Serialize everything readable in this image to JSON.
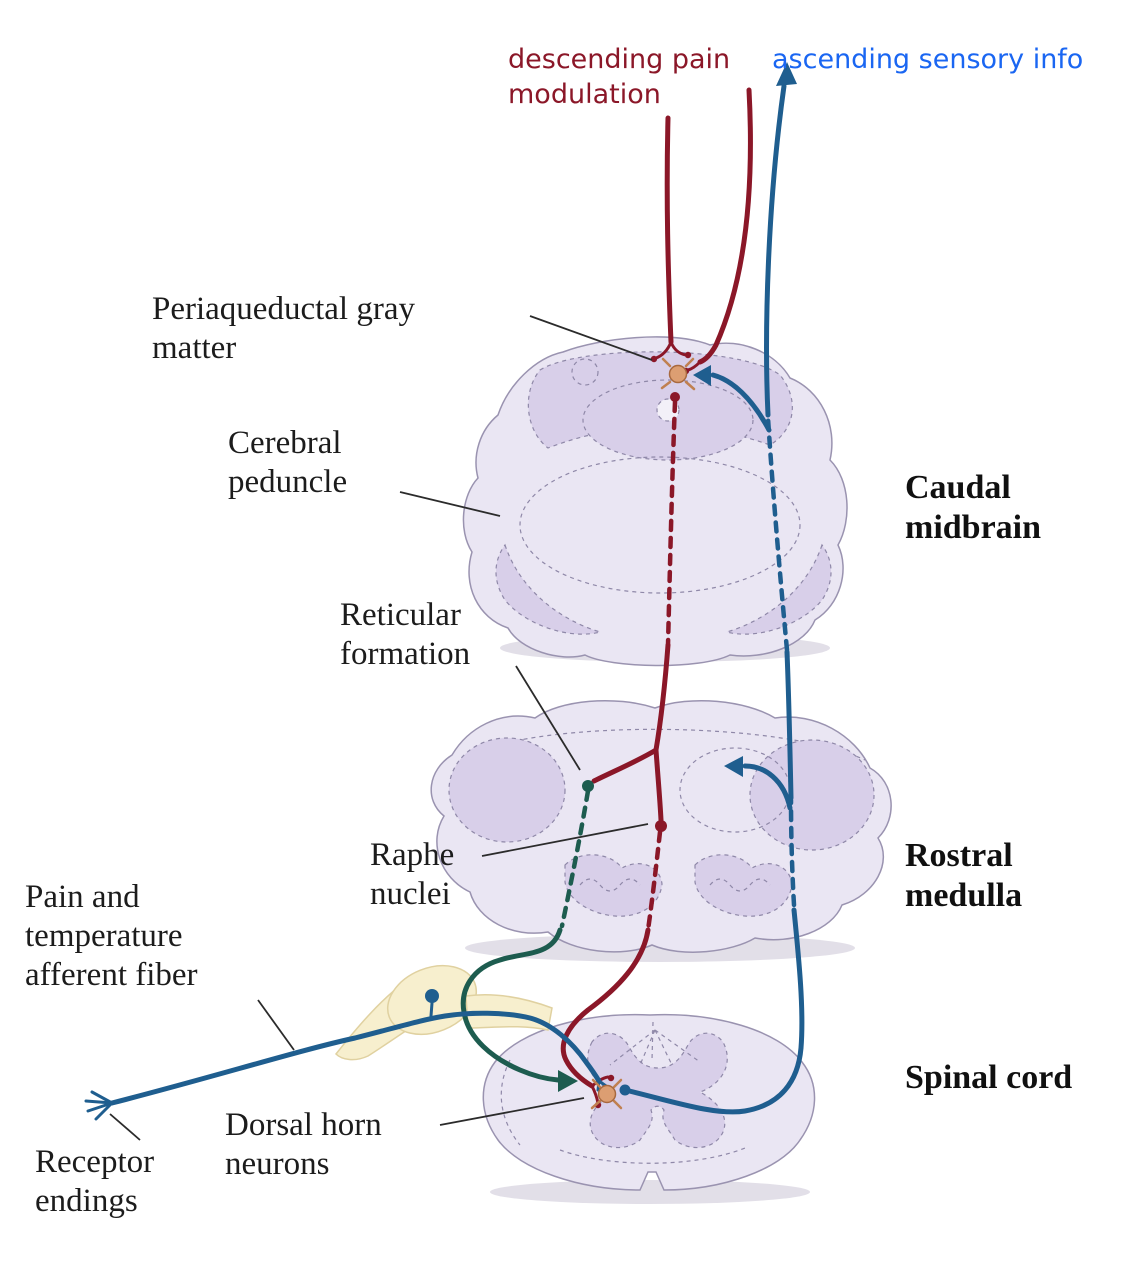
{
  "legend": {
    "descending": "descending pain modulation",
    "ascending": "ascending sensory info"
  },
  "labels": {
    "pag": "Periaqueductal gray matter",
    "cerebral_peduncle": "Cerebral peduncle",
    "caudal_midbrain": "Caudal midbrain",
    "reticular_formation": "Reticular formation",
    "raphe_nuclei": "Raphe nuclei",
    "rostral_medulla": "Rostral medulla",
    "afferent_fiber": "Pain and temperature afferent fiber",
    "receptor_endings": "Receptor endings",
    "dorsal_horn": "Dorsal horn neurons",
    "spinal_cord": "Spinal cord"
  },
  "colors": {
    "descending_path": "#8b1728",
    "ascending_label": "#1a66f2",
    "ascending_path": "#1f5e8f",
    "modulatory_path": "#1d5c4f",
    "section_fill": "#eae6f3",
    "section_patch": "#d8cfe9",
    "ganglion_fill": "#f7efce",
    "neuron_soma": "#dc9e72"
  }
}
